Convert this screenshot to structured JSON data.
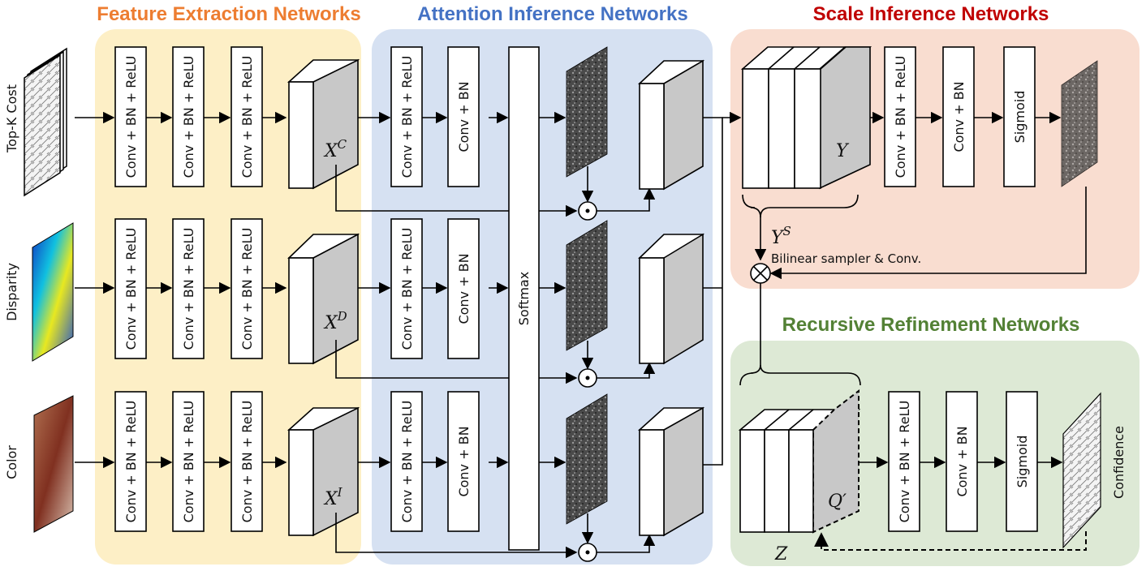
{
  "titles": {
    "feature": "Feature Extraction Networks",
    "attention": "Attention Inference Networks",
    "scale": "Scale Inference Networks",
    "refine": "Recursive Refinement Networks"
  },
  "colors": {
    "feature_bg": "#fdefc6",
    "attention_bg": "#d6e1f2",
    "scale_bg": "#f9ddd0",
    "refine_bg": "#dde9d5",
    "feature_title": "#ed7d31",
    "attention_title": "#4472c4",
    "scale_title": "#c00000",
    "refine_title": "#538135"
  },
  "inputs": {
    "cost": "Top-K Cost",
    "disparity": "Disparity",
    "color": "Color"
  },
  "blocks": {
    "conv_bn_relu": "Conv + BN + ReLU",
    "conv_bn": "Conv + BN",
    "softmax": "Softmax",
    "sigmoid": "Sigmoid"
  },
  "math": {
    "xc": "X",
    "xc_sup": "C",
    "xd": "X",
    "xd_sup": "D",
    "xi": "X",
    "xi_sup": "I",
    "y": "Y",
    "ys": "Y",
    "ys_sup": "S",
    "q": "Q′",
    "z": "Z"
  },
  "annotations": {
    "sampler": "Bilinear sampler & Conv."
  },
  "outputs": {
    "confidence": "Confidence"
  }
}
